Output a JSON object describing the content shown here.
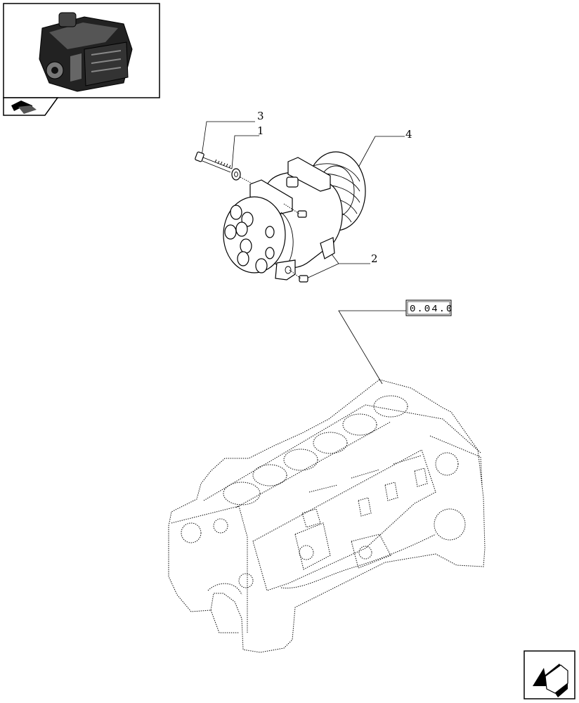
{
  "callouts": [
    {
      "id": "3",
      "label": "3"
    },
    {
      "id": "1",
      "label": "1"
    },
    {
      "id": "4",
      "label": "4"
    },
    {
      "id": "2",
      "label": "2"
    }
  ],
  "reference_box": {
    "label": "0.04.0"
  },
  "thumbnail": {
    "icon": "engine-thumbnail-icon"
  },
  "navigation": {
    "back_icon": "back-arrow-icon",
    "next_icon": "next-page-arrow-icon"
  }
}
